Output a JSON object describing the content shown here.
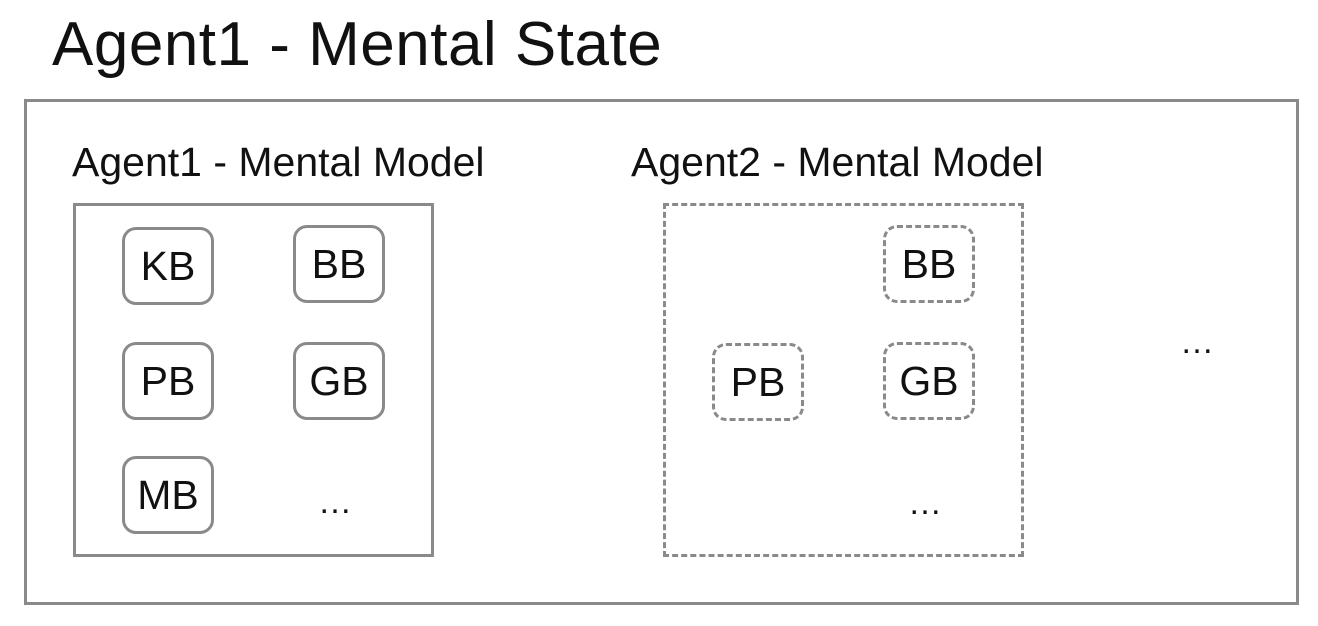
{
  "title": "Agent1 - Mental State",
  "models": [
    {
      "label": "Agent1 - Mental Model",
      "bases": [
        "KB",
        "BB",
        "PB",
        "GB",
        "MB"
      ],
      "more": "…"
    },
    {
      "label": "Agent2 - Mental Model",
      "bases": [
        "BB",
        "PB",
        "GB"
      ],
      "more": "…"
    }
  ],
  "more_models": "…"
}
